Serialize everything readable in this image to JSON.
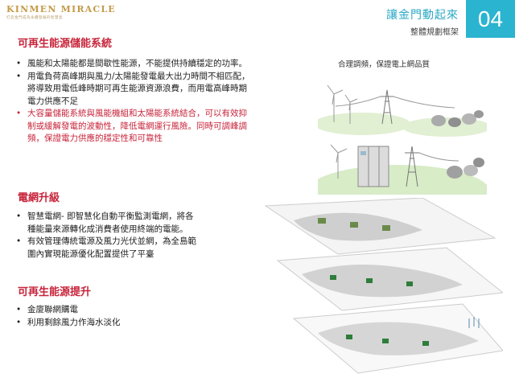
{
  "logo": {
    "text": "KINMEN  MIRACLE",
    "tagline": "打造金門成為永續發展的智慧島"
  },
  "header": {
    "title": "讓金門動起來",
    "subtitle": "整體規劃框架",
    "page_number": "04"
  },
  "sections": [
    {
      "title": "可再生能源儲能系統",
      "bullets": [
        {
          "lines": [
            "風能和太陽能都是間歇性能源，不能提供持續穩定的功率。"
          ],
          "emphasis": false
        },
        {
          "lines": [
            "用電負荷高峰期與風力/太陽能發電最大出力時間不相匹配，",
            "將導致用電低峰時期可再生能源資源浪費，而用電高峰時期",
            "電力供應不足"
          ],
          "emphasis": false
        },
        {
          "lines": [
            "大容量儲能系統與風能機組和太陽能系統結合，可以有效抑",
            "制或緩解發電的波動性，降低電網運行風險。同時可調峰調",
            "頻，保證電力供應的穩定性和可靠性"
          ],
          "emphasis": true
        }
      ]
    },
    {
      "title": "電網升級",
      "bullets": [
        {
          "lines": [
            "智慧電網- 即智慧化自動平衡監測電網，將各",
            "種能量來源轉化成消費者使用終端的電能。"
          ],
          "emphasis": false
        },
        {
          "lines": [
            "有效管理傳統電源及風力光伏並網，為全島範",
            "圍內實現能源優化配置提供了平臺"
          ],
          "emphasis": false
        }
      ]
    },
    {
      "title": "可再生能源提升",
      "bullets": [
        {
          "lines": [
            "金廈聯網購電"
          ],
          "emphasis": false
        },
        {
          "lines": [
            "利用剩餘風力作海水淡化"
          ],
          "emphasis": false
        }
      ]
    }
  ],
  "illustration": {
    "caption": "合理調頻，保證電上網品質"
  },
  "colors": {
    "accent": "#2ab4cf",
    "heading": "#c7243a",
    "logo": "#c49a4a"
  }
}
